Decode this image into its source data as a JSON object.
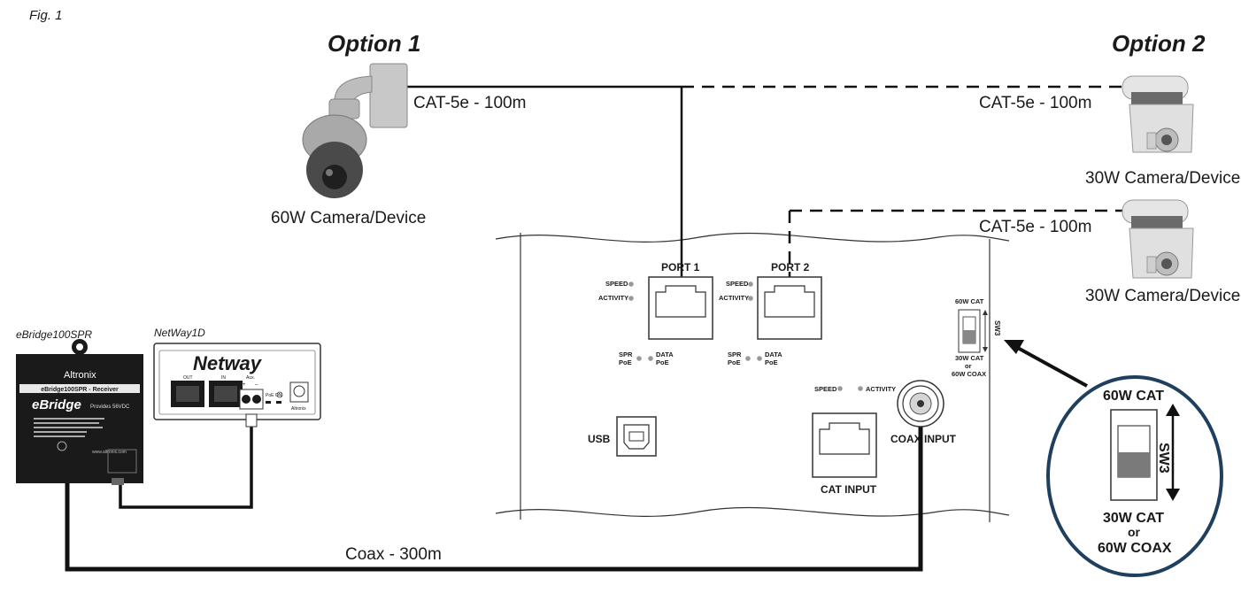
{
  "figure_label": "Fig. 1",
  "options": {
    "option1": "Option 1",
    "option2": "Option 2"
  },
  "cables": {
    "cat1": "CAT-5e - 100m",
    "cat2": "CAT-5e - 100m",
    "cat3": "CAT-5e - 100m",
    "coax": "Coax - 300m"
  },
  "devices": {
    "camera_60w": "60W Camera/Device",
    "camera_30w_a": "30W Camera/Device",
    "camera_30w_b": "30W Camera/Device"
  },
  "ebridge": {
    "model_caption": "eBridge100SPR",
    "brand": "Altronix",
    "band_text": "eBridge100SPR - Receiver",
    "logo": "eBridge",
    "provides": "Provides 56VDC",
    "url": "www.altronix.com"
  },
  "netway": {
    "model_caption": "NetWay1D",
    "logo": "Netway",
    "port_out": "OUT",
    "port_in": "IN",
    "aux": "Aux.",
    "aux_plus": "+",
    "aux_minus": "–",
    "poe_on": "PoE ON",
    "brand": "Altronix"
  },
  "panel": {
    "port1": "PORT 1",
    "port2": "PORT 2",
    "speed": "SPEED",
    "activity": "ACTIVITY",
    "spr_poe": [
      "SPR",
      "PoE"
    ],
    "data_poe": [
      "DATA",
      "PoE"
    ],
    "usb": "USB",
    "cat_input": "CAT INPUT",
    "coax_input": "COAX INPUT",
    "sw_top": "60W CAT",
    "sw_name": "SW3",
    "sw_bottom": [
      "30W CAT",
      "or",
      "60W COAX"
    ]
  },
  "zoom": {
    "top": "60W CAT",
    "sw_name": "SW3",
    "bottom": [
      "30W CAT",
      "or",
      "60W COAX"
    ]
  },
  "colors": {
    "line": "#111111",
    "zoom_border": "#1f3f5f",
    "device_dark": "#1a1a1a"
  }
}
